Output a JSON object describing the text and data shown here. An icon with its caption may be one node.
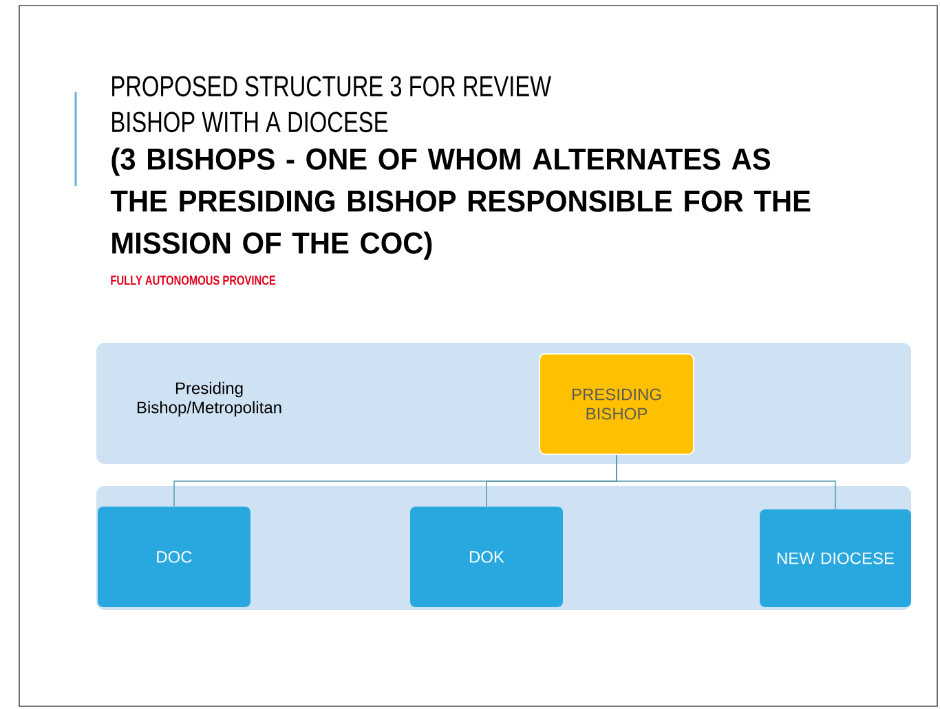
{
  "diagram": {
    "title": "PROPOSED STRUCTURE 3 FOR REVIEW",
    "nodes": [
      {
        "text": [
          "Presiding Bishop/Metropolitan"
        ]
      },
      {
        "text": [
          "PRESIDING BISHOP"
        ],
        "in": 0
      },
      {
        "text": [],
        "shape": "box"
      },
      {
        "text": [
          "DOC"
        ],
        "in": 2
      },
      {
        "text": [
          "DOK"
        ],
        "in": 2
      },
      {
        "text": [
          "NEW DIOCESE"
        ],
        "in": 2
      }
    ],
    "edges": [
      {
        "from": 1,
        "to": 3,
        "arrow": "none"
      },
      {
        "from": 1,
        "to": 4,
        "arrow": "none"
      },
      {
        "from": 1,
        "to": 5,
        "arrow": "none"
      }
    ],
    "labels": [
      "BISHOP WITH A DIOCESE",
      "(3 BISHOPS - ONE OF WHOM ALTERNATES AS THE PRESIDING BISHOP RESPONSIBLE FOR THE MISSION OF THE COC)",
      "FULLY AUTONOMOUS PROVINCE"
    ]
  }
}
